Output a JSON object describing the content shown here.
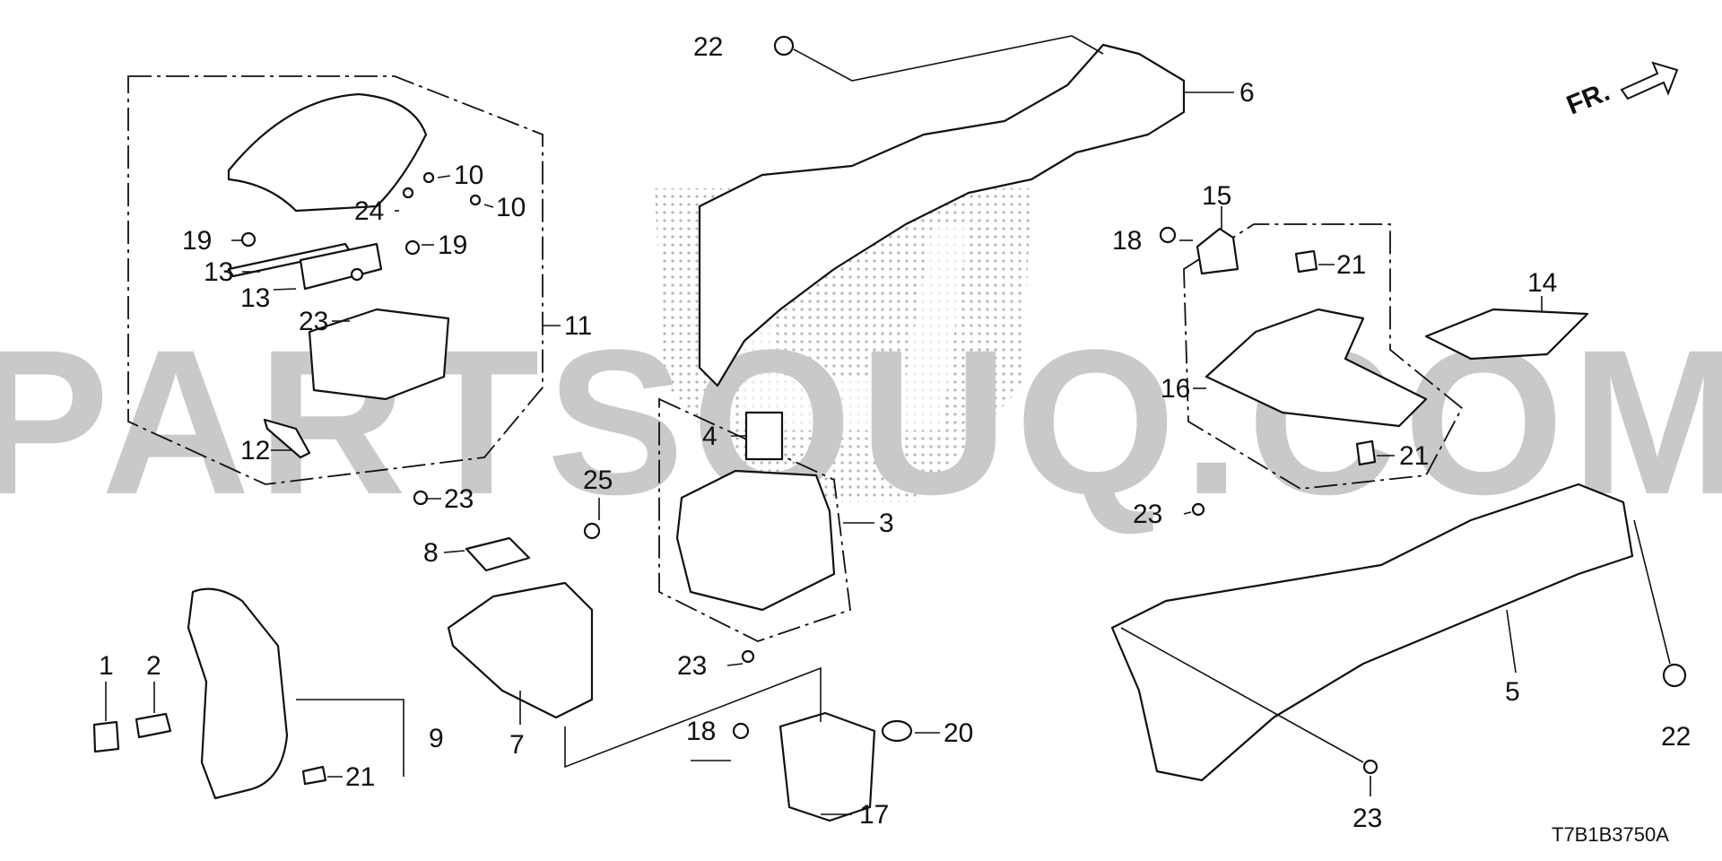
{
  "diagram": {
    "watermark": "PARTSOUQ.COM",
    "direction_label": "FR.",
    "diagram_code": "T7B1B3750A",
    "callouts": [
      {
        "id": "c22a",
        "label": "22"
      },
      {
        "id": "c6",
        "label": "6"
      },
      {
        "id": "c10a",
        "label": "10"
      },
      {
        "id": "c10b",
        "label": "10"
      },
      {
        "id": "c24",
        "label": "24"
      },
      {
        "id": "c19a",
        "label": "19"
      },
      {
        "id": "c19b",
        "label": "19"
      },
      {
        "id": "c13a",
        "label": "13"
      },
      {
        "id": "c13b",
        "label": "13"
      },
      {
        "id": "c23a",
        "label": "23"
      },
      {
        "id": "c11",
        "label": "11"
      },
      {
        "id": "c12",
        "label": "12"
      },
      {
        "id": "c23b",
        "label": "23"
      },
      {
        "id": "c4",
        "label": "4"
      },
      {
        "id": "c25",
        "label": "25"
      },
      {
        "id": "c3",
        "label": "3"
      },
      {
        "id": "c8",
        "label": "8"
      },
      {
        "id": "c23c",
        "label": "23"
      },
      {
        "id": "c7",
        "label": "7"
      },
      {
        "id": "c18a",
        "label": "18"
      },
      {
        "id": "c20",
        "label": "20"
      },
      {
        "id": "c17",
        "label": "17"
      },
      {
        "id": "c1",
        "label": "1"
      },
      {
        "id": "c2",
        "label": "2"
      },
      {
        "id": "c9",
        "label": "9"
      },
      {
        "id": "c21a",
        "label": "21"
      },
      {
        "id": "c18b",
        "label": "18"
      },
      {
        "id": "c15",
        "label": "15"
      },
      {
        "id": "c21b",
        "label": "21"
      },
      {
        "id": "c14",
        "label": "14"
      },
      {
        "id": "c16",
        "label": "16"
      },
      {
        "id": "c21c",
        "label": "21"
      },
      {
        "id": "c23d",
        "label": "23"
      },
      {
        "id": "c5",
        "label": "5"
      },
      {
        "id": "c22b",
        "label": "22"
      },
      {
        "id": "c23e",
        "label": "23"
      }
    ]
  }
}
